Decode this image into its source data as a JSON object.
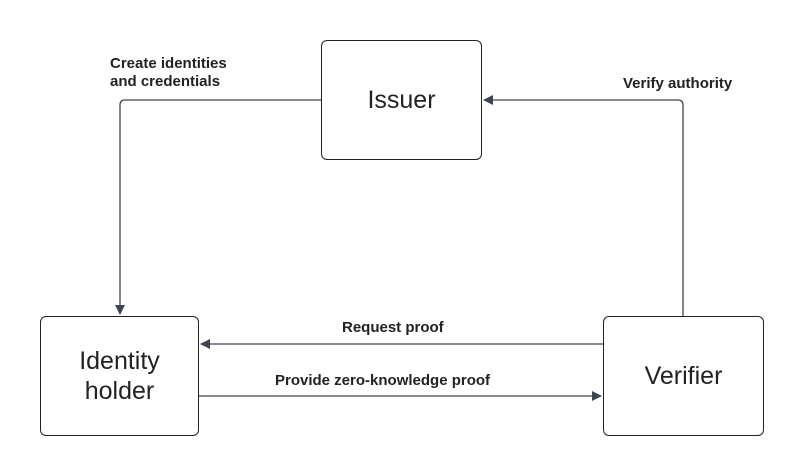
{
  "nodes": {
    "issuer": "Issuer",
    "identity_holder": "Identity\nholder",
    "verifier": "Verifier"
  },
  "edges": {
    "create": "Create identities\nand credentials",
    "verify": "Verify authority",
    "request": "Request proof",
    "provide": "Provide zero-knowledge proof"
  },
  "colors": {
    "line": "#3f4450",
    "border": "#222222"
  }
}
